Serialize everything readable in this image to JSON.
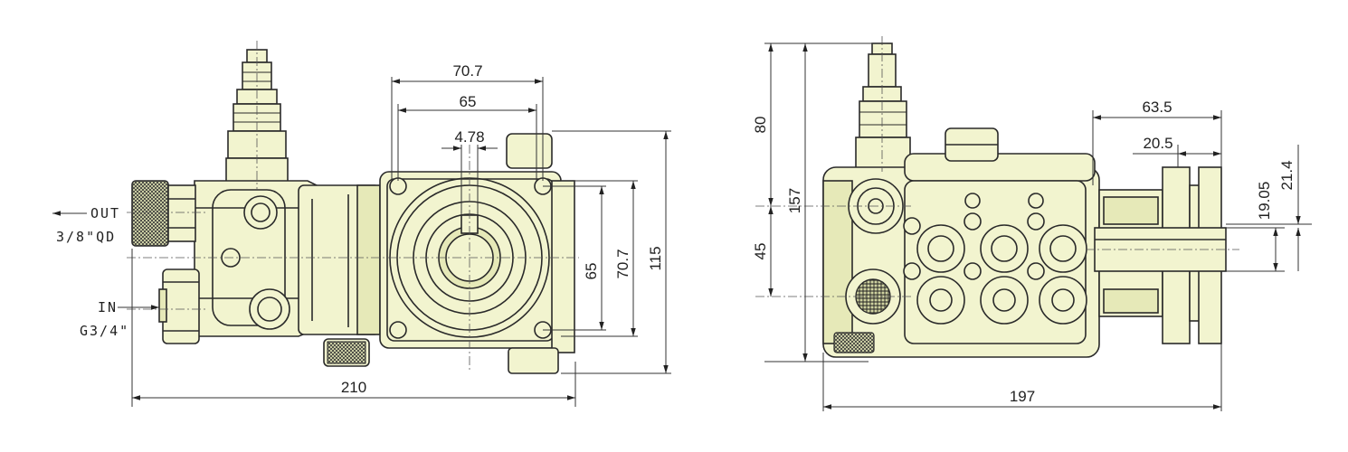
{
  "colors": {
    "body_fill": "#f2f4cf",
    "outline": "#2a2a2a",
    "background": "#ffffff"
  },
  "left_view": {
    "port_labels": {
      "out_line1": "OUT",
      "out_line2": "3/8\"QD",
      "in_line1": "IN",
      "in_line2": "G3/4\""
    },
    "dims": {
      "flange_outer_width": "70.7",
      "flange_bolt_width": "65",
      "key_width": "4.78",
      "flange_bolt_height": "65",
      "flange_outer_height": "70.7",
      "overall_height": "115",
      "overall_width": "210"
    }
  },
  "right_view": {
    "dims": {
      "upper_height": "80",
      "total_height": "157",
      "lower_height": "45",
      "shaft_length": "63.5",
      "shaft_key_length": "20.5",
      "shaft_diameter": "19.05",
      "key_height": "21.4",
      "overall_length": "197"
    }
  }
}
